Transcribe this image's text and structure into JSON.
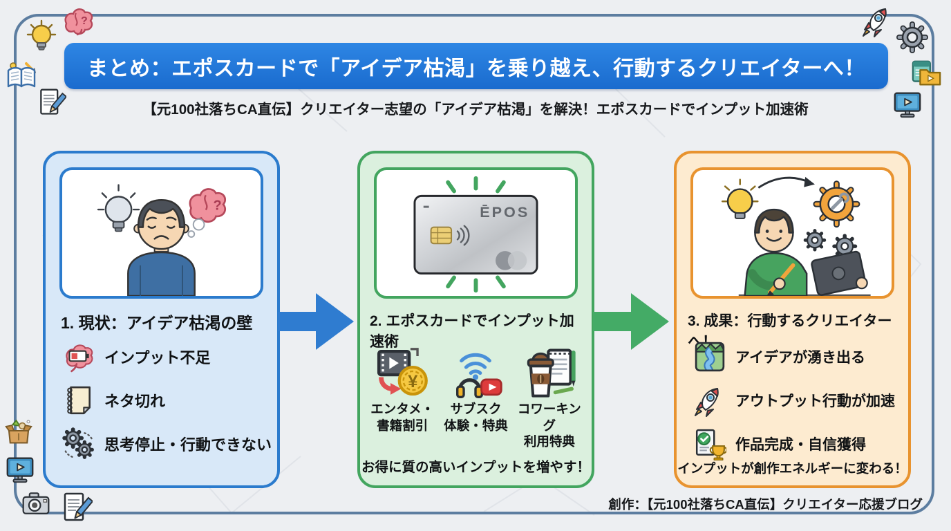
{
  "header": {
    "title": "まとめ：エポスカードで「アイデア枯渇」を乗り越え、行動するクリエイターへ！",
    "subtitle": "【元100社落ちCA直伝】クリエイター志望の「アイデア枯渇」を解決！エポスカードでインプット加速術"
  },
  "flow": {
    "step1": {
      "title": "1. 現状：アイデア枯渇の壁",
      "illustration": "worried-creator-idea-drought",
      "items": [
        {
          "icon": "brain-low-battery-icon",
          "label": "インプット不足"
        },
        {
          "icon": "blank-notebook-icon",
          "label": "ネタ切れ"
        },
        {
          "icon": "stalled-gears-icon",
          "label": "思考停止・行動できない"
        }
      ],
      "accent_color": "#2b7bcd",
      "background_color": "#d8e8f8"
    },
    "step2": {
      "title": "2. エポスカードでインプット加速術",
      "card_brand": "ĒPOS",
      "features": [
        {
          "icon": "entertainment-book-discount-icon",
          "line1": "エンタメ・",
          "line2": "書籍割引"
        },
        {
          "icon": "subscription-perks-icon",
          "line1": "サブスク",
          "line2": "体験・特典"
        },
        {
          "icon": "coworking-benefit-icon",
          "line1": "コワーキング",
          "line2": "利用特典"
        }
      ],
      "slogan": "お得に質の高いインプットを増やす！",
      "accent_color": "#43a55f",
      "background_color": "#dbf0de"
    },
    "step3": {
      "title": "3. 成果：行動するクリエイターへ！",
      "illustration": "energized-creator-at-work",
      "items": [
        {
          "icon": "flowing-ideas-river-icon",
          "label": "アイデアが湧き出る"
        },
        {
          "icon": "rocket-icon",
          "label": "アウトプット行動が加速"
        },
        {
          "icon": "finished-work-trophy-icon",
          "label": "作品完成・自信獲得"
        }
      ],
      "slogan": "インプットが創作エネルギーに変わる！",
      "accent_color": "#e8932f",
      "background_color": "#fdebd0"
    }
  },
  "footer": {
    "credit": "創作：【元100社落ちCA直伝】クリエイター応援ブログ"
  },
  "colors": {
    "header_banner": "#1d73d6",
    "frame_border": "#5c7da0",
    "page_background": "#edeff2",
    "arrow_blue": "#2f7cd0",
    "arrow_green": "#44ab66"
  }
}
